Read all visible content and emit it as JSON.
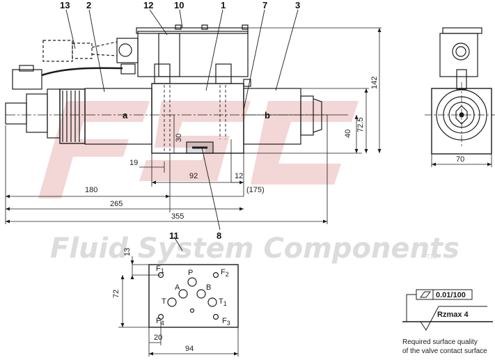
{
  "callouts": {
    "c13": "13",
    "c2": "2",
    "c12": "12",
    "c10": "10",
    "c1": "1",
    "c7": "7",
    "c3": "3",
    "c8": "8",
    "c11": "11"
  },
  "solenoid_labels": {
    "a": "a",
    "b": "b"
  },
  "dimensions": {
    "d19": "19",
    "d92": "92",
    "d12": "12",
    "d175": "(175)",
    "d180": "180",
    "d265": "265",
    "d355": "355",
    "d30": "30",
    "d40": "40",
    "d72_5": "72.5",
    "d142": "142",
    "d70": "70",
    "d13": "13",
    "d72": "72",
    "d20": "20",
    "d94": "94"
  },
  "ports": {
    "F1": "F",
    "F1_sub": "1",
    "F2": "F",
    "F2_sub": "2",
    "F3": "F",
    "F3_sub": "3",
    "F4": "F",
    "F4_sub": "4",
    "P": "P",
    "A": "A",
    "B": "B",
    "T": "T",
    "T1": "T",
    "T1_sub": "1"
  },
  "tolerance": {
    "flatness": "0.01/100",
    "roughness": "Rzmax 4"
  },
  "surface_note": {
    "line1": "Required surface quality",
    "line2": "of the valve contact surface"
  },
  "watermark": {
    "text": "Fluid System Components",
    "tm": "TM"
  }
}
